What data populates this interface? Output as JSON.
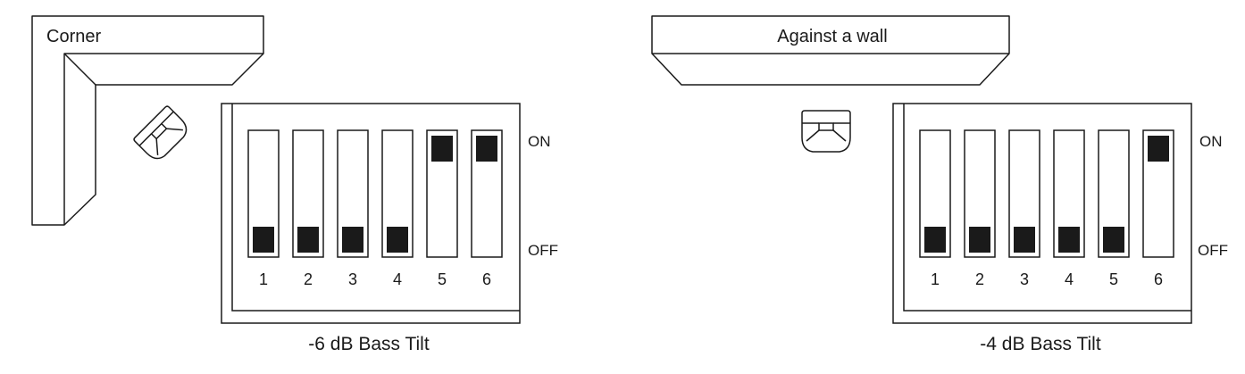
{
  "panels": [
    {
      "placement_label": "Corner",
      "caption": "-6 dB Bass Tilt",
      "on_label": "ON",
      "off_label": "OFF",
      "switches": [
        {
          "number": "1",
          "state": "off"
        },
        {
          "number": "2",
          "state": "off"
        },
        {
          "number": "3",
          "state": "off"
        },
        {
          "number": "4",
          "state": "off"
        },
        {
          "number": "5",
          "state": "on"
        },
        {
          "number": "6",
          "state": "on"
        }
      ]
    },
    {
      "placement_label": "Against a wall",
      "caption": "-4 dB Bass Tilt",
      "on_label": "ON",
      "off_label": "OFF",
      "switches": [
        {
          "number": "1",
          "state": "off"
        },
        {
          "number": "2",
          "state": "off"
        },
        {
          "number": "3",
          "state": "off"
        },
        {
          "number": "4",
          "state": "off"
        },
        {
          "number": "5",
          "state": "off"
        },
        {
          "number": "6",
          "state": "on"
        }
      ]
    }
  ],
  "colors": {
    "stroke": "#1a1a1a",
    "fill": "#ffffff"
  }
}
